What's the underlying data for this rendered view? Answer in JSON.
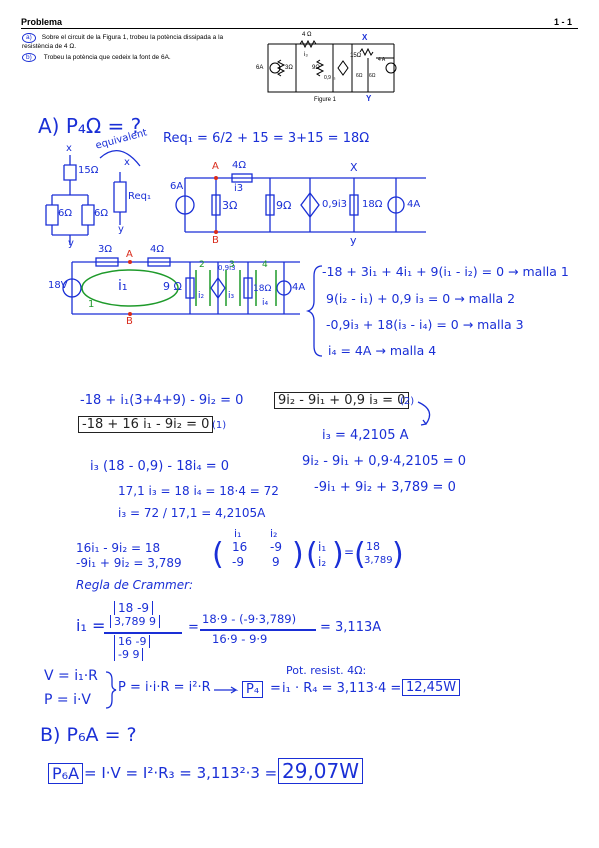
{
  "header": {
    "title": "Problema",
    "page": "1 - 1"
  },
  "statement": {
    "a_tag": "a)",
    "a_text": "Sobre el circuit de la Figura   1, trobeu la potència dissipada a la resistència de 4 Ω.",
    "b_tag": "b)",
    "b_text": "Trobeu la potència que cedeix la font de 6A."
  },
  "figure": {
    "caption": "Figure 1",
    "r4": "4 Ω",
    "r3": "3Ω",
    "r9": "9Ω",
    "dep": "0,9 i₃",
    "r15": "15Ω",
    "r6a": "6Ω",
    "r6b": "6Ω",
    "src6": "6A",
    "src4": "4 A",
    "i3": "i₃",
    "X": "X",
    "Y": "Y"
  },
  "partA": {
    "title": "A)  P₄Ω = ?",
    "equivalent": "equivalent",
    "req": "Req₁ =  6/2 + 15 = 3+15 = 18Ω",
    "eq_circuit": {
      "r15": "15Ω",
      "r6a": "6Ω",
      "r6b": "6Ω",
      "req": "Req₁",
      "x1": "x",
      "y1": "y",
      "x2": "x",
      "y2": "y"
    },
    "circuit2": {
      "src": "6A",
      "A": "A",
      "B": "B",
      "r4": "4Ω",
      "i3": "i3",
      "r3": "3Ω",
      "r9": "9Ω",
      "dep": "0,9i3",
      "r18": "18Ω",
      "src4": "4A",
      "X": "X",
      "Y": "y"
    },
    "circuit3": {
      "v18": "18V",
      "r3": "3Ω",
      "r4": "4Ω",
      "A": "A",
      "B": "B",
      "i1": "i₁",
      "r9": "9 Ω",
      "dep": "0,9i3",
      "r18": "18Ω",
      "src4": "4A",
      "m1": "1",
      "m2": "2",
      "m3": "3",
      "m4": "4",
      "i2": "i₂",
      "i3": "i₃",
      "i4": "i₄"
    },
    "mesh_eqs": [
      "-18 + 3i₁ + 4i₁ + 9(i₁ - i₂) = 0 → malla 1",
      "9(i₂ - i₁) + 0,9 i₃ = 0 → malla 2",
      "-0,9i₃ + 18(i₃ - i₄) = 0 → malla 3",
      "i₄ = 4A → malla 4"
    ],
    "eq_a1": "-18 + i₁(3+4+9) - 9i₂ = 0",
    "eq_a2": "-18 + 16 i₁ - 9i₂ = 0",
    "eq_a2_tag": "(1)",
    "eq_b1": "9i₂ - 9i₁ + 0,9 i₃ = 0",
    "eq_b1_tag": "(2)",
    "i3_result": "i₃ = 4,2105 A",
    "eq_c1": "i₃ (18 - 0,9) - 18i₄ = 0",
    "eq_c2": "17,1 i₃ = 18 i₄ = 18·4 = 72",
    "eq_c3": "i₃ =  72 / 17,1  = 4,2105A",
    "eq_d1": "9i₂ - 9i₁ + 0,9·4,2105 = 0",
    "eq_d2": "-9i₁ + 9i₂ + 3,789 = 0",
    "sys1": "16i₁ - 9i₂ = 18",
    "sys2": "-9i₁ + 9i₂ = 3,789",
    "matrix": {
      "h1": "i₁",
      "h2": "i₂",
      "a11": "16",
      "a12": "-9",
      "a21": "-9",
      "a22": "9",
      "v1": "i₁",
      "v2": "i₂",
      "b1": "18",
      "b2": "3,789"
    },
    "cramer_title": "Regla de Crammer:",
    "cramer_lhs": "i₁ =",
    "cramer_num_top": "18   -9",
    "cramer_num_bot": "3,789   9",
    "cramer_den_top": "16   -9",
    "cramer_den_bot": "-9    9",
    "cramer_eval_num": "18·9 - (-9·3,789)",
    "cramer_eval_den": "16·9 - 9·9",
    "cramer_result": "= 3,113A",
    "pow1": "V = i₁·R",
    "pow2": "P = i·V",
    "pow3": "P = i·i·R = i²·R",
    "pot_title": "Pot. resist. 4Ω:",
    "pot_eq": "i₁ · R₄ = 3,113·4 =",
    "pot_lhs": "P₄",
    "pot_result": "12,45W"
  },
  "partB": {
    "title": "B)  P₆A = ?",
    "lhs": "P₆A",
    "eq": "= I·V = I²·R₃ = 3,113²·3 =",
    "result": "29,07W"
  }
}
